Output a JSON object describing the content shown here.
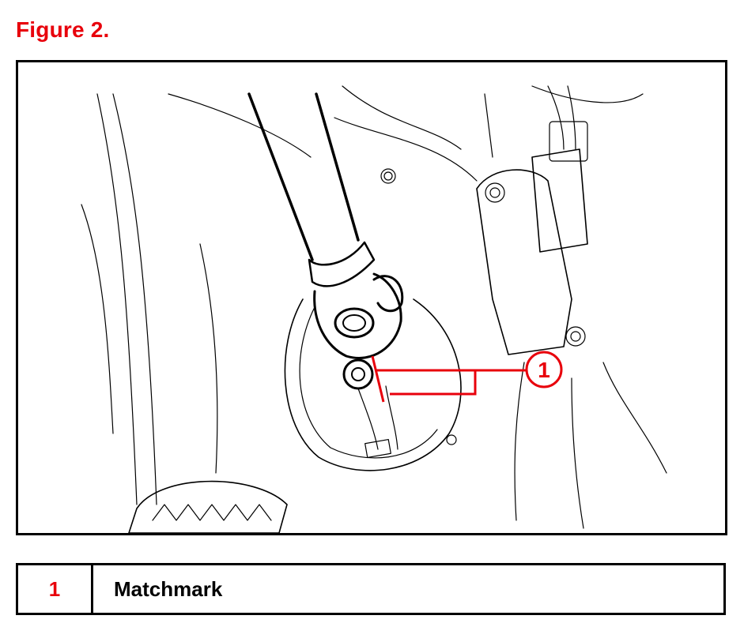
{
  "figure": {
    "title": "Figure 2."
  },
  "callout": {
    "number": "1"
  },
  "legend": {
    "rows": [
      {
        "number": "1",
        "label": "Matchmark"
      }
    ]
  },
  "colors": {
    "accent": "#e8000b",
    "line": "#000000",
    "background": "#ffffff"
  }
}
